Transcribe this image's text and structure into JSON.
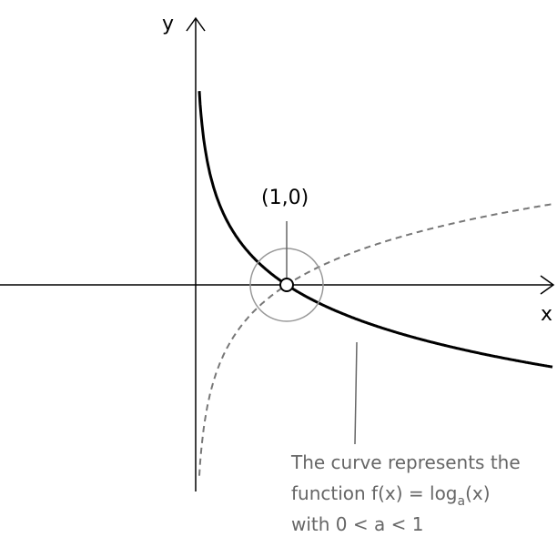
{
  "axes": {
    "x_label": "x",
    "y_label": "y"
  },
  "point": {
    "label": "(1,0)"
  },
  "annotation": {
    "line1": "The curve represents the",
    "line2_prefix": "function f(x) = log",
    "line2_sub": "a",
    "line2_suffix": "(x)",
    "line3": "with 0 < a < 1"
  },
  "colors": {
    "curve": "#000000",
    "dashed_curve": "#777777",
    "highlight_circle": "#999999",
    "annotation": "#666666"
  }
}
